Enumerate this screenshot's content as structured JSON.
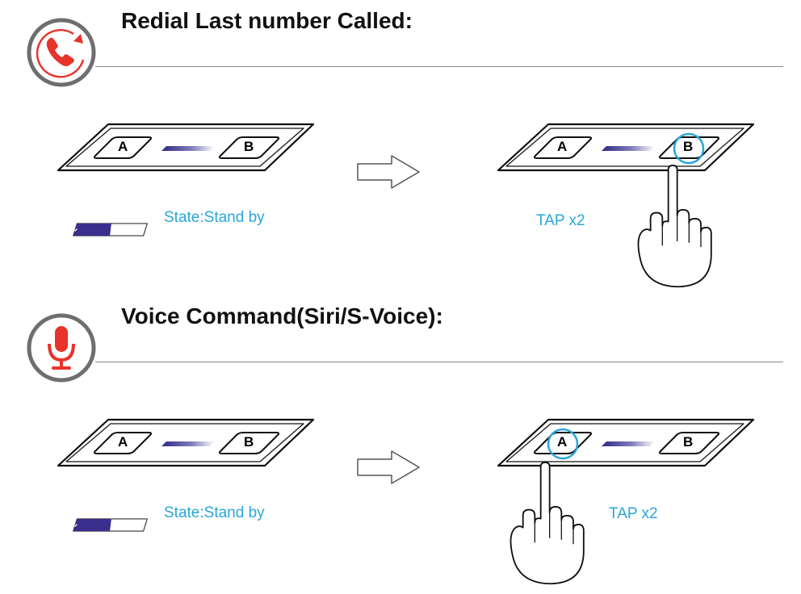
{
  "sections": [
    {
      "title": "Redial Last number Called:",
      "icon": "phone-redial-icon",
      "state_label": "State:Stand by",
      "action_label": "TAP x2",
      "button_a": "A",
      "button_b": "B",
      "tapped_button": "B"
    },
    {
      "title": "Voice Command(Siri/S-Voice):",
      "icon": "microphone-icon",
      "state_label": "State:Stand by",
      "action_label": "TAP x2",
      "button_a": "A",
      "button_b": "B",
      "tapped_button": "A"
    }
  ],
  "colors": {
    "icon_red": "#e8332a",
    "icon_ring": "#6e6e6e",
    "label_blue": "#29a6d9",
    "bar_purple": "#3a2f8c",
    "tap_circle": "#29a6d9"
  }
}
